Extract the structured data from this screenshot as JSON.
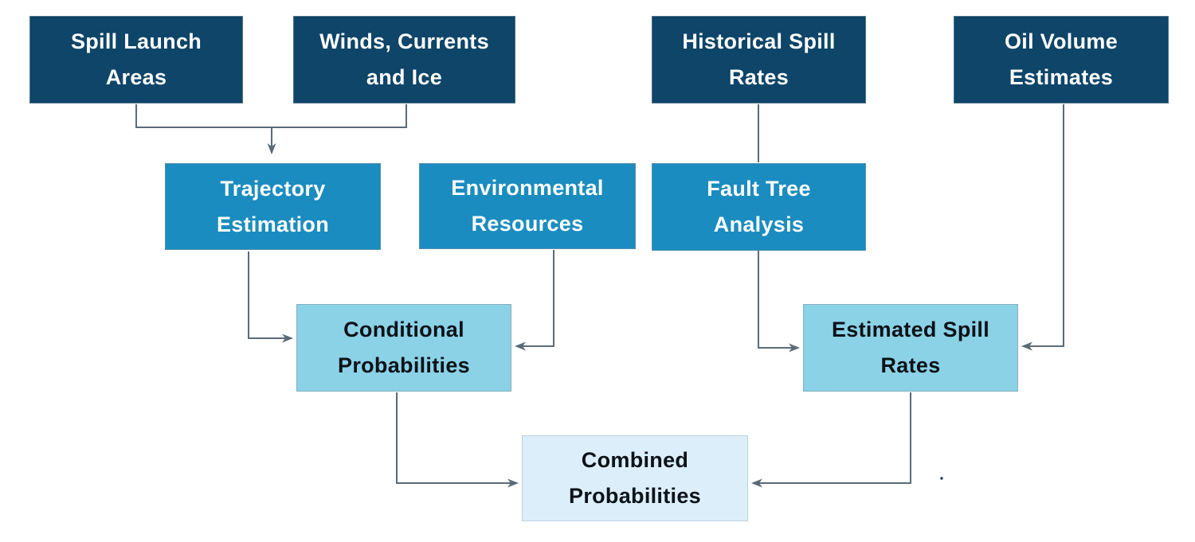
{
  "diagram": {
    "type": "flowchart",
    "nodes": {
      "spill_launch_areas": {
        "label": "Spill Launch Areas",
        "lines": [
          "Spill Launch",
          "Areas"
        ],
        "level": 1
      },
      "winds_currents_ice": {
        "label": "Winds, Currents and Ice",
        "lines": [
          "Winds, Currents",
          "and Ice"
        ],
        "level": 1
      },
      "historical_spill_rates": {
        "label": "Historical Spill Rates",
        "lines": [
          "Historical Spill",
          "Rates"
        ],
        "level": 1
      },
      "oil_volume_estimates": {
        "label": "Oil Volume Estimates",
        "lines": [
          "Oil Volume",
          "Estimates"
        ],
        "level": 1
      },
      "trajectory_estimation": {
        "label": "Trajectory Estimation",
        "lines": [
          "Trajectory",
          "Estimation"
        ],
        "level": 2
      },
      "environmental_resources": {
        "label": "Environmental Resources",
        "lines": [
          "Environmental",
          "Resources"
        ],
        "level": 2
      },
      "fault_tree_analysis": {
        "label": "Fault Tree Analysis",
        "lines": [
          "Fault Tree",
          "Analysis"
        ],
        "level": 2
      },
      "conditional_probabilities": {
        "label": "Conditional Probabilities",
        "lines": [
          "Conditional",
          "Probabilities"
        ],
        "level": 3
      },
      "estimated_spill_rates": {
        "label": "Estimated Spill Rates",
        "lines": [
          "Estimated Spill",
          "Rates"
        ],
        "level": 3
      },
      "combined_probabilities": {
        "label": "Combined Probabilities",
        "lines": [
          "Combined",
          "Probabilities"
        ],
        "level": 4
      }
    },
    "edges": [
      {
        "from": "spill_launch_areas",
        "to": "trajectory_estimation",
        "arrowhead": true
      },
      {
        "from": "winds_currents_ice",
        "to": "trajectory_estimation",
        "arrowhead": true
      },
      {
        "from": "historical_spill_rates",
        "to": "fault_tree_analysis",
        "arrowhead": false
      },
      {
        "from": "trajectory_estimation",
        "to": "conditional_probabilities",
        "arrowhead": true
      },
      {
        "from": "environmental_resources",
        "to": "conditional_probabilities",
        "arrowhead": true
      },
      {
        "from": "fault_tree_analysis",
        "to": "estimated_spill_rates",
        "arrowhead": true
      },
      {
        "from": "oil_volume_estimates",
        "to": "estimated_spill_rates",
        "arrowhead": true
      },
      {
        "from": "conditional_probabilities",
        "to": "combined_probabilities",
        "arrowhead": true
      },
      {
        "from": "estimated_spill_rates",
        "to": "combined_probabilities",
        "arrowhead": true
      }
    ],
    "colors": {
      "level1_navy": "#0E4569",
      "level2_blue": "#1B8CBF",
      "level3_light_blue": "#8BD2E7",
      "level4_pale_blue": "#DCEEFA",
      "connector_gray": "#5A6B78",
      "text_on_dark": "#FFFFFF",
      "text_on_light": "#0B1218",
      "background": "#FFFFFF"
    }
  }
}
